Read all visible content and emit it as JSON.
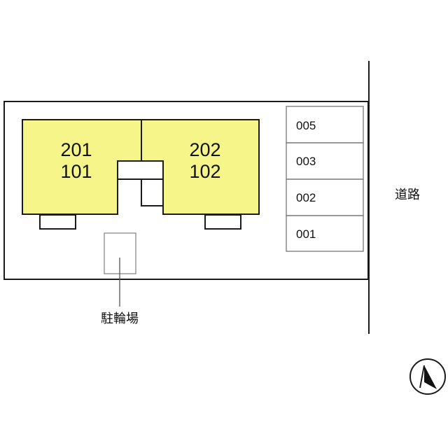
{
  "colors": {
    "building_fill": "#f5f58a",
    "line": "#1a1a1a",
    "light_line": "#777777",
    "background": "#ffffff"
  },
  "buildings": [
    {
      "upper": "201",
      "lower": "101"
    },
    {
      "upper": "202",
      "lower": "102"
    }
  ],
  "parking": [
    "005",
    "003",
    "002",
    "001"
  ],
  "labels": {
    "road": "道路",
    "bicycle_parking": "駐輪場"
  },
  "compass": {
    "icon": "north-arrow-icon"
  }
}
